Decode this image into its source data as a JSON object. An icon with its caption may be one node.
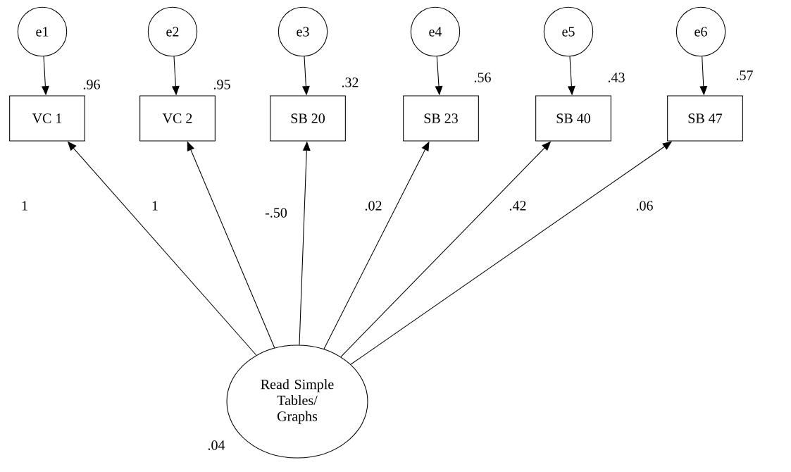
{
  "diagram": {
    "nodes": [
      {
        "text": [
          "e1"
        ]
      },
      {
        "text": [
          "e2"
        ]
      },
      {
        "text": [
          "e3"
        ]
      },
      {
        "text": [
          "e4"
        ]
      },
      {
        "text": [
          "e5"
        ]
      },
      {
        "text": [
          "e6"
        ]
      },
      {
        "text": [
          "VC 1"
        ]
      },
      {
        "text": [
          "VC 2"
        ]
      },
      {
        "text": [
          "SB 20"
        ]
      },
      {
        "text": [
          "SB 23"
        ]
      },
      {
        "text": [
          "SB 40"
        ]
      },
      {
        "text": [
          "SB 47"
        ]
      },
      {
        "text": [
          "Read Simple Tables/ Graphs"
        ],
        "beside": [
          ".04"
        ]
      }
    ],
    "edges": [
      {
        "from": 0,
        "to": 6,
        "arrow": "to",
        "label": ".96"
      },
      {
        "from": 1,
        "to": 7,
        "arrow": "to",
        "label": ".95"
      },
      {
        "from": 2,
        "to": 8,
        "arrow": "to",
        "label": ".32"
      },
      {
        "from": 3,
        "to": 9,
        "arrow": "to",
        "label": ".56"
      },
      {
        "from": 4,
        "to": 10,
        "arrow": "to",
        "label": ".43"
      },
      {
        "from": 5,
        "to": 11,
        "arrow": "to",
        "label": ".57"
      },
      {
        "from": 12,
        "to": 6,
        "arrow": "to",
        "label": "1"
      },
      {
        "from": 12,
        "to": 7,
        "arrow": "to",
        "label": "1"
      },
      {
        "from": 12,
        "to": 8,
        "arrow": "to",
        "label": "-.50"
      },
      {
        "from": 12,
        "to": 9,
        "arrow": "to",
        "label": ".02"
      },
      {
        "from": 12,
        "to": 10,
        "arrow": "to",
        "label": ".42"
      },
      {
        "from": 12,
        "to": 11,
        "arrow": "to",
        "label": ".06"
      }
    ]
  }
}
